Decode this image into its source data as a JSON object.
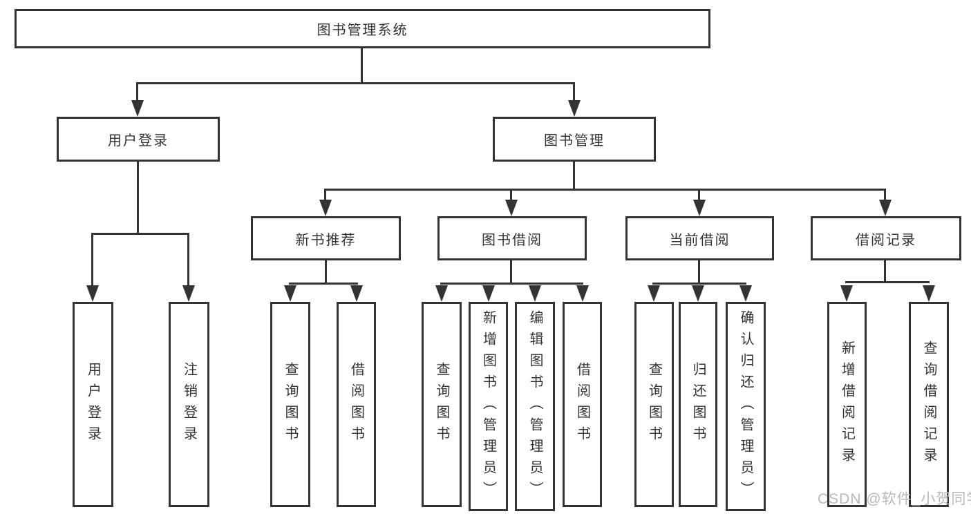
{
  "diagram_title": "图书管理系统",
  "colors": {
    "line": "#333333",
    "text": "#333333",
    "background": "#ffffff",
    "watermark": "#b9b9b9"
  },
  "nodes": {
    "root": {
      "label": "图书管理系统"
    },
    "user_login": {
      "label": "用户登录"
    },
    "book_mgmt": {
      "label": "图书管理"
    },
    "new_book_rec": {
      "label": "新书推荐"
    },
    "book_borrow": {
      "label": "图书借阅"
    },
    "current_borrow": {
      "label": "当前借阅"
    },
    "borrow_record": {
      "label": "借阅记录"
    },
    "leaf_user_login": {
      "label": "用户登录"
    },
    "leaf_logout": {
      "label": "注销登录"
    },
    "leaf_query_book_1": {
      "label": "查询图书"
    },
    "leaf_borrow_book_1": {
      "label": "借阅图书"
    },
    "leaf_query_book_2": {
      "label": "查询图书"
    },
    "leaf_add_book": {
      "label": "新增图书（管理员）"
    },
    "leaf_edit_book": {
      "label": "编辑图书（管理员）"
    },
    "leaf_borrow_book_2": {
      "label": "借阅图书"
    },
    "leaf_query_book_3": {
      "label": "查询图书"
    },
    "leaf_return_book": {
      "label": "归还图书"
    },
    "leaf_confirm_return": {
      "label": "确认归还（管理员）"
    },
    "leaf_add_record": {
      "label": "新增借阅记录"
    },
    "leaf_query_record": {
      "label": "查询借阅记录"
    }
  },
  "watermark": "CSDN @软件_小贺同学"
}
